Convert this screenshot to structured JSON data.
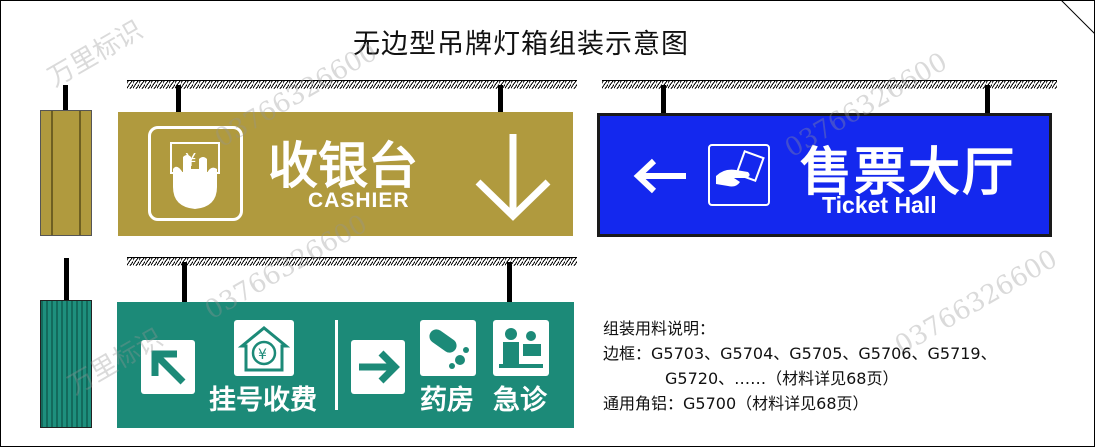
{
  "title": "无边型吊牌灯箱组装示意图",
  "signs": {
    "cashier": {
      "cn": "收银台",
      "en": "CASHIER",
      "icon": "yen-hand-icon",
      "direction": "down",
      "color": "#b09a3e"
    },
    "ticket": {
      "cn": "售票大厅",
      "en": "Ticket Hall",
      "icon": "ticket-hand-icon",
      "direction": "left",
      "color": "#1428ee"
    },
    "hospital": {
      "color": "#1c8a78",
      "registration": {
        "cn": "挂号收费",
        "icon": "yen-house-icon",
        "direction": "up-left"
      },
      "pharmacy": {
        "cn": "药房",
        "icon": "pills-icon"
      },
      "emergency": {
        "cn": "急诊",
        "icon": "doctor-patient-icon"
      },
      "direction": "right"
    }
  },
  "notes": {
    "heading": "组装用料说明：",
    "frame_label": "边框：",
    "frame_line1": "G5703、G5704、G5705、G5706、G5719、",
    "frame_line2": "G5720、……（材料详见68页）",
    "corner_label": "通用角铝：",
    "corner_value": "G5700（材料详见68页）"
  },
  "watermark": {
    "brand": "万里标识",
    "phone": "03766326600"
  }
}
